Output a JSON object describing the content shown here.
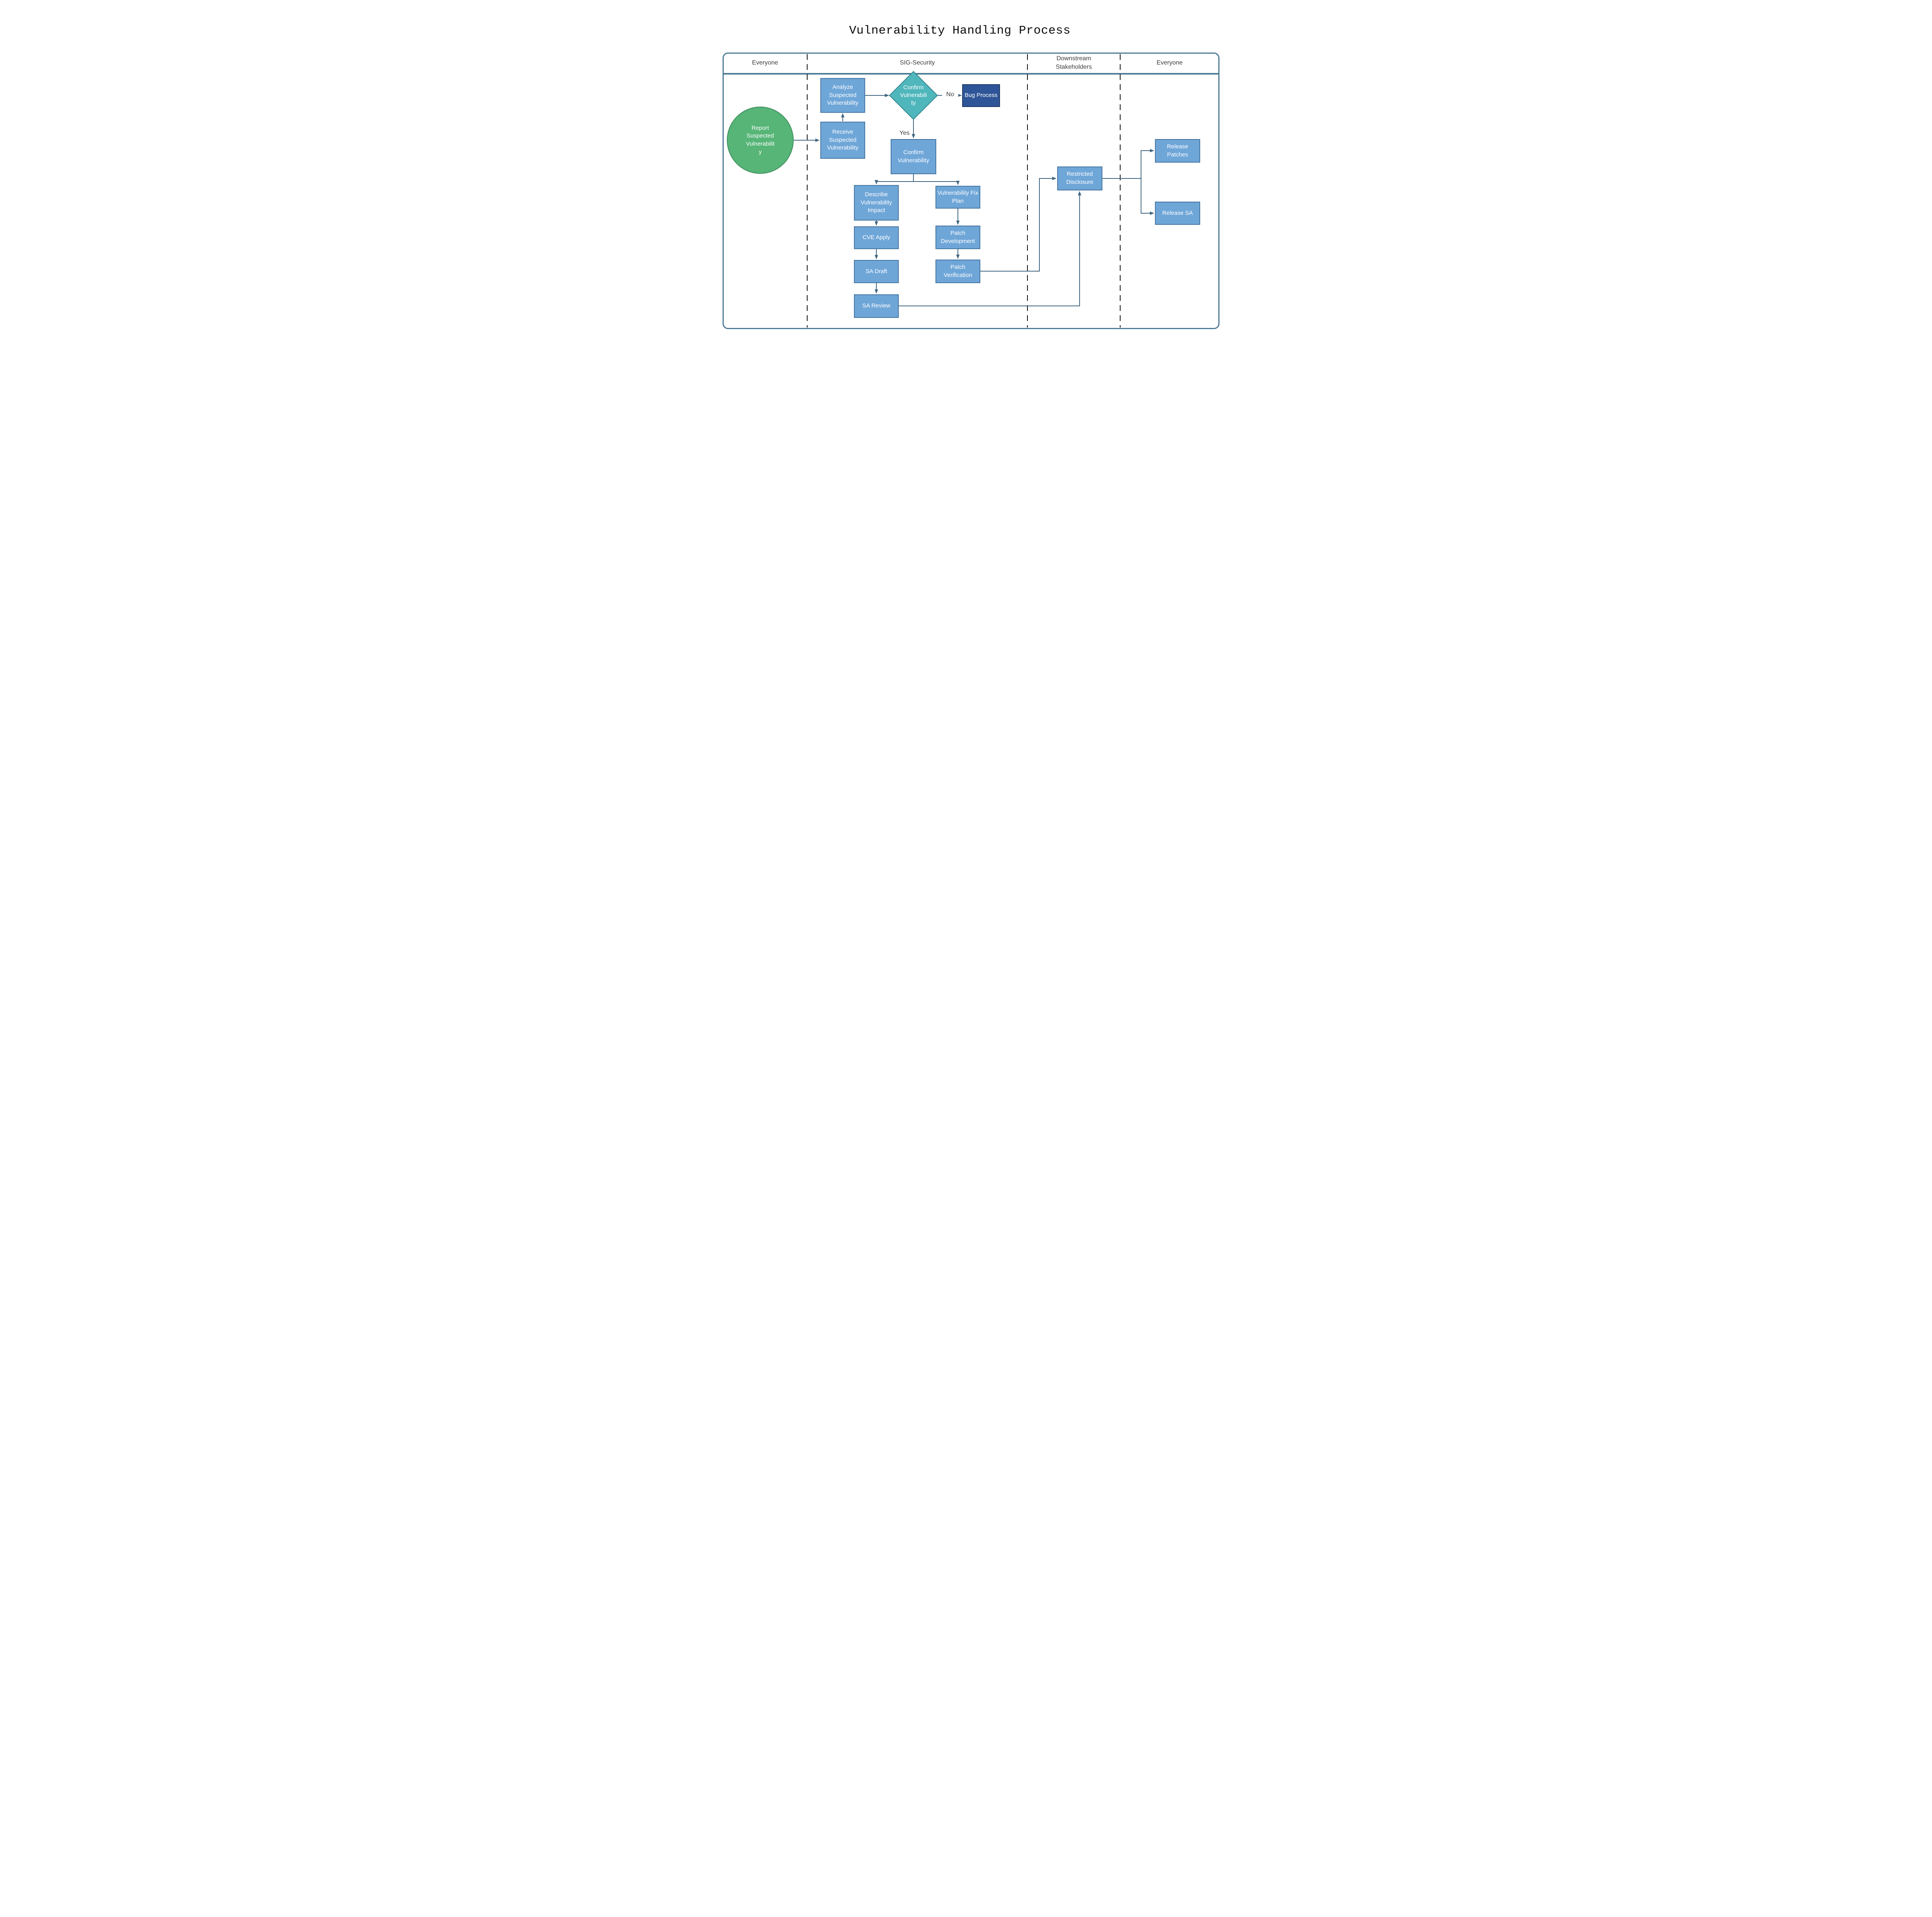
{
  "title": "Vulnerability Handling Process",
  "lanes": [
    {
      "label": "Everyone"
    },
    {
      "label": "SIG-Security"
    },
    {
      "label": "Downstream Stakeholders"
    },
    {
      "label": "Everyone"
    }
  ],
  "nodes": {
    "report": {
      "label": "Report Suspected Vulnerability",
      "type": "start"
    },
    "receive": {
      "label": "Receive Suspected Vulnerability",
      "type": "process"
    },
    "analyze": {
      "label": "Analyze Suspected Vulnerability",
      "type": "process"
    },
    "confirm_decision": {
      "label": "Confirm Vulnerability",
      "type": "decision"
    },
    "bug_process": {
      "label": "Bug Process",
      "type": "process-dark"
    },
    "confirm": {
      "label": "Confirm Vulnerability",
      "type": "process"
    },
    "describe_impact": {
      "label": "Describe Vulnerability Impact",
      "type": "process"
    },
    "cve_apply": {
      "label": "CVE Apply",
      "type": "process"
    },
    "sa_draft": {
      "label": "SA Draft",
      "type": "process"
    },
    "sa_review": {
      "label": "SA Review",
      "type": "process"
    },
    "fix_plan": {
      "label": "Vulnerability Fix Plan",
      "type": "process"
    },
    "patch_development": {
      "label": "Patch Development",
      "type": "process"
    },
    "patch_verification": {
      "label": "Patch Verification",
      "type": "process"
    },
    "restricted_disclosure": {
      "label": "Restricted Disclosure",
      "type": "process"
    },
    "release_patches": {
      "label": "Release Patches",
      "type": "process"
    },
    "release_sa": {
      "label": "Release SA",
      "type": "process"
    }
  },
  "edge_labels": {
    "no": "No",
    "yes": "Yes"
  },
  "palette": {
    "process-fill": "#6FA6D8",
    "process-border": "#44749E",
    "dark-fill": "#2E5597",
    "dark-border": "#1F3864",
    "decision-fill": "#4FB6BC",
    "decision-border": "#37858D",
    "start-fill": "#56B577",
    "start-border": "#3D8C5C",
    "edge": "#3D6480",
    "frame": "#4A7995",
    "label-text": "#3C3C3C"
  }
}
